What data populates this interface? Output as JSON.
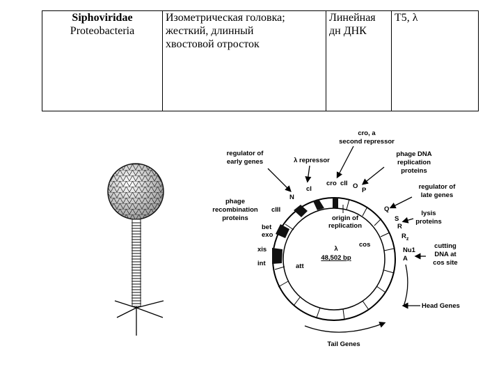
{
  "table": {
    "family": "Siphoviridae",
    "host": "Proteobacteria",
    "morphology": [
      "Изометрическая головка;",
      "жесткий, длинный",
      "хвостовой отросток"
    ],
    "genome": [
      "Линейная",
      "дн ДНК"
    ],
    "examples": "T5, λ"
  },
  "map": {
    "center_name": "λ",
    "center_size": "48,502 bp",
    "origin_label": [
      "origin of",
      "replication"
    ],
    "genes": {
      "cro": "cro",
      "cII": "cII",
      "O": "O",
      "P": "P",
      "cI": "cI",
      "N": "N",
      "cIII": "cIII",
      "bet": "bet",
      "exo": "exo",
      "xis": "xis",
      "int": "int",
      "att": "att",
      "Q": "Q",
      "S": "S",
      "R": "R",
      "Rz": "R",
      "Rz_sub": "z",
      "Nu1": "Nu1",
      "A": "A",
      "cos": "cos"
    },
    "annotations": {
      "cro_repressor": [
        "cro, a",
        "second repressor"
      ],
      "early_regulator": [
        "regulator of",
        "early genes"
      ],
      "lambda_repressor": "λ repressor",
      "replication_proteins": [
        "phage DNA",
        "replication",
        "proteins"
      ],
      "late_regulator": [
        "regulator of",
        "late genes"
      ],
      "recombination": [
        "phage",
        "recombination",
        "proteins"
      ],
      "lysis": [
        "lysis",
        "proteins"
      ],
      "cutting": [
        "cutting",
        "DNA at",
        "cos site"
      ],
      "head_genes": "Head Genes",
      "tail_genes": "Tail Genes"
    }
  }
}
